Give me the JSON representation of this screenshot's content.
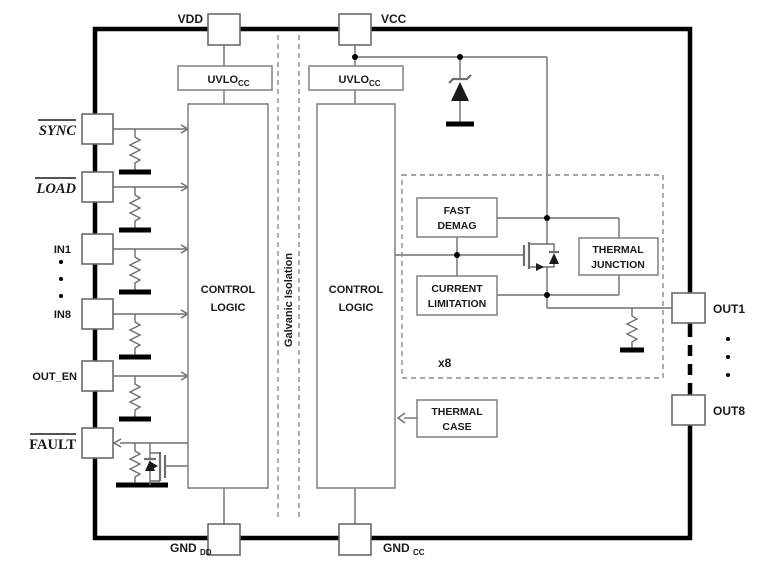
{
  "diagram": {
    "pins": {
      "vdd": "VDD",
      "vcc": "VCC",
      "sync": "SYNC",
      "load": "LOAD",
      "in1": "IN1",
      "in8": "IN8",
      "out_en": "OUT_EN",
      "fault": "FAULT",
      "out1": "OUT1",
      "out8": "OUT8",
      "gnd_dd": {
        "base": "GND",
        "sub": "DD"
      },
      "gnd_cc": {
        "base": "GND",
        "sub": "CC"
      }
    },
    "blocks": {
      "uvlo_left": {
        "base": "UVLO",
        "sub": "CC"
      },
      "uvlo_right": {
        "base": "UVLO",
        "sub": "CC"
      },
      "control_logic_left": {
        "line1": "CONTROL",
        "line2": "LOGIC"
      },
      "control_logic_right": {
        "line1": "CONTROL",
        "line2": "LOGIC"
      },
      "fast_demag": {
        "line1": "FAST",
        "line2": "DEMAG"
      },
      "current_limitation": {
        "line1": "CURRENT",
        "line2": "LIMITATION"
      },
      "thermal_junction": {
        "line1": "THERMAL",
        "line2": "JUNCTION"
      },
      "thermal_case": {
        "line1": "THERMAL",
        "line2": "CASE"
      }
    },
    "labels": {
      "isolation": "Galvanic Isolation",
      "multiplier": "x8"
    },
    "colors": {
      "background": "#ffffff",
      "chip_border": "#000000",
      "wire": "#6e6e6e",
      "block_border": "#808080",
      "text": "#1a1a1a"
    }
  }
}
